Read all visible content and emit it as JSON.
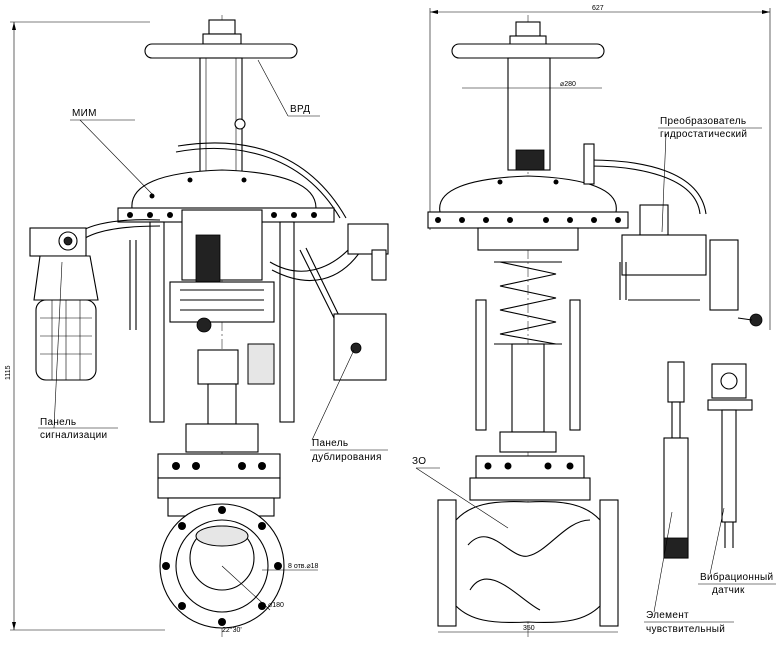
{
  "labels": {
    "mim": "МИМ",
    "vrd": "ВРД",
    "panel_signal_line1": "Панель",
    "panel_signal_line2": "сигнализации",
    "panel_dub_line1": "Панель",
    "panel_dub_line2": "дублирования",
    "zo": "ЗО",
    "converter_line1": "Преобразователь",
    "converter_line2": "гидростатический",
    "vibro_line1": "Вибрационный",
    "vibro_line2": "датчик",
    "element_line1": "Элемент",
    "element_line2": "чувствительный"
  },
  "dimensions": {
    "height_total": "1115",
    "width_top": "627",
    "diameter_wheel": "⌀280",
    "holes": "8 отв.⌀18",
    "diameter_flange": "⌀180",
    "angle": "22°30'",
    "length_body": "350"
  }
}
